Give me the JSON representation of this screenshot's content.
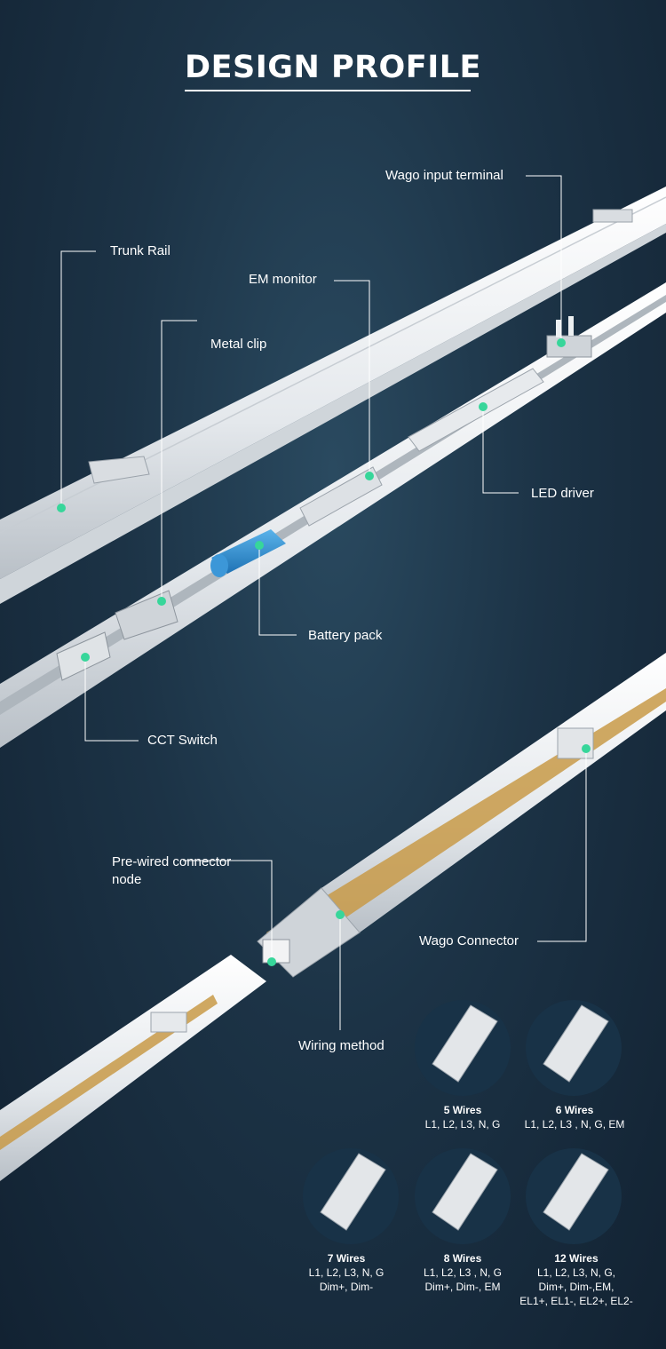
{
  "title": "DESIGN PROFILE",
  "colors": {
    "background": "#1c3346",
    "accent_dot": "#37d69a",
    "rail": "#e8ebee",
    "battery": "#2f8fd4"
  },
  "labels": {
    "wago_input_terminal": "Wago input terminal",
    "trunk_rail": "Trunk Rail",
    "em_monitor": "EM monitor",
    "metal_clip": "Metal clip",
    "led_driver": "LED driver",
    "battery_pack": "Battery pack",
    "cct_switch": "CCT Switch",
    "pre_wired": "Pre-wired connector node",
    "wago_connector": "Wago Connector",
    "wiring_method": "Wiring method"
  },
  "wiring_options": [
    {
      "title": "5 Wires",
      "lines": [
        "L1, L2, L3, N, G"
      ]
    },
    {
      "title": "6 Wires",
      "lines": [
        "L1, L2, L3 , N, G, EM"
      ]
    },
    {
      "title": "7 Wires",
      "lines": [
        "L1, L2, L3, N, G",
        "Dim+, Dim-"
      ]
    },
    {
      "title": "8 Wires",
      "lines": [
        "L1, L2, L3 , N, G",
        "Dim+, Dim-, EM"
      ]
    },
    {
      "title": "12 Wires",
      "lines": [
        "L1, L2, L3, N, G,",
        "Dim+, Dim-,EM,",
        "EL1+, EL1-, EL2+, EL2-"
      ]
    }
  ]
}
